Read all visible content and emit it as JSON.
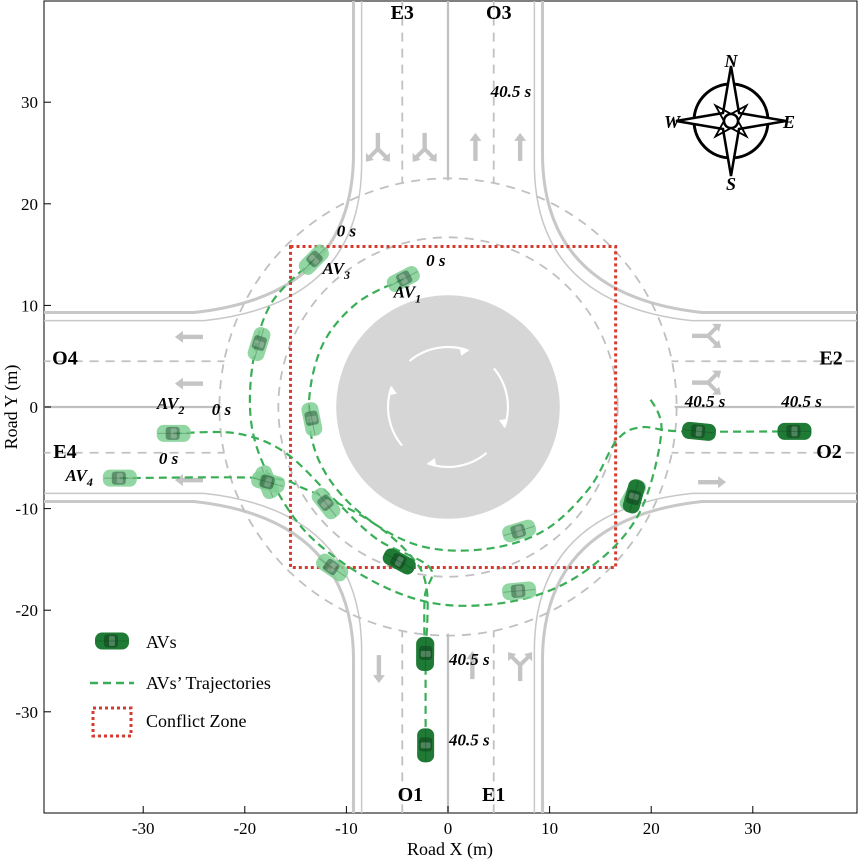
{
  "chart_data": {
    "type": "scatter",
    "title": "",
    "xlabel": "Road X (m)",
    "ylabel": "Road Y (m)",
    "xlim": [
      -40,
      40
    ],
    "ylim": [
      -40,
      40
    ],
    "xticks": [
      -30,
      -20,
      -10,
      0,
      10,
      20,
      30
    ],
    "yticks": [
      -30,
      -20,
      -10,
      0,
      10,
      20,
      30
    ],
    "xtick_labels": [
      "-30",
      "-20",
      "-10",
      "0",
      "10",
      "20",
      "30"
    ],
    "ytick_labels": [
      "-30",
      "-20",
      "-10",
      "0",
      "10",
      "20",
      "30"
    ],
    "road_codes": [
      {
        "text": "E3",
        "x": -4.5,
        "y": 38.2
      },
      {
        "text": "O3",
        "x": 5,
        "y": 38.2
      },
      {
        "text": "O4",
        "x": -37.7,
        "y": 4.2
      },
      {
        "text": "E2",
        "x": 37.7,
        "y": 4.2
      },
      {
        "text": "E4",
        "x": -37.7,
        "y": -5
      },
      {
        "text": "O2",
        "x": 37.5,
        "y": -5
      },
      {
        "text": "O1",
        "x": -3.7,
        "y": -38.8
      },
      {
        "text": "E1",
        "x": 4.5,
        "y": -38.8
      }
    ],
    "conflict_zone": {
      "x": [
        -15.5,
        16.5
      ],
      "y": [
        -15.8,
        15.8
      ]
    },
    "central_island_radius": 11,
    "series": [
      {
        "name": "AV1",
        "label_main": "AV",
        "label_sub": "1",
        "start_time": "0 s",
        "points": [
          [
            -4.4,
            12.6
          ],
          [
            -9,
            10.2
          ],
          [
            -12.4,
            6
          ],
          [
            -13.7,
            0
          ],
          [
            -12.6,
            -5.5
          ],
          [
            -8.8,
            -10.3
          ],
          [
            -3,
            -13.6
          ],
          [
            3.5,
            -14
          ],
          [
            9.4,
            -12.2
          ],
          [
            13.9,
            -8
          ],
          [
            16.6,
            -3.3
          ],
          [
            19,
            -2
          ],
          [
            23,
            -2.4
          ],
          [
            34,
            -2.4
          ]
        ],
        "cars": [
          [
            -4.4,
            12.6
          ],
          [
            -13.4,
            -1.2
          ],
          [
            -12,
            -9.5
          ],
          [
            7,
            -12.2
          ],
          [
            18.2,
            -8.7
          ],
          [
            24.7,
            -2.4
          ],
          [
            34.1,
            -2.4
          ]
        ],
        "end_time": "40.5 s"
      },
      {
        "name": "AV2",
        "label_main": "AV",
        "label_sub": "2",
        "start_time": "0 s",
        "points": [
          [
            -27,
            -2.6
          ],
          [
            -20.8,
            -2.6
          ],
          [
            -16,
            -4.5
          ],
          [
            -11.3,
            -9
          ],
          [
            -7,
            -13
          ],
          [
            -1.8,
            -15.8
          ],
          [
            -2.3,
            -18.8
          ],
          [
            -2.3,
            -25
          ]
        ],
        "cars": [
          [
            -27,
            -2.6
          ],
          [
            -4.8,
            -15.2
          ],
          [
            -2.3,
            -24.3
          ]
        ],
        "end_time": "40.5 s"
      },
      {
        "name": "AV3",
        "label_main": "AV",
        "label_sub": "3",
        "start_time": "0 s",
        "points": [
          [
            -13.2,
            14.5
          ],
          [
            -17.4,
            10.2
          ],
          [
            -19.2,
            4.4
          ],
          [
            -19.3,
            -2
          ],
          [
            -17.2,
            -7.6
          ],
          [
            -13.3,
            -13
          ],
          [
            -6.7,
            -17.5
          ],
          [
            0,
            -19.5
          ],
          [
            7.8,
            -18.8
          ],
          [
            14,
            -15.8
          ],
          [
            18.8,
            -10.5
          ],
          [
            21,
            -2.5
          ],
          [
            19.8,
            1
          ]
        ],
        "cars": [
          [
            -13.2,
            14.5
          ],
          [
            -18.6,
            6.2
          ],
          [
            -17.8,
            -7.4
          ],
          [
            -11.4,
            -15.8
          ],
          [
            7,
            -18.1
          ],
          [
            18.3,
            -8.8
          ]
        ],
        "end_time": "40.5 s"
      },
      {
        "name": "AV4",
        "label_main": "AV",
        "label_sub": "4",
        "start_time": "0 s",
        "points": [
          [
            -32.3,
            -7
          ],
          [
            -18,
            -7
          ],
          [
            -14,
            -8.1
          ],
          [
            -8,
            -11
          ],
          [
            -3.8,
            -14.5
          ],
          [
            -2.1,
            -17.9
          ],
          [
            -2.2,
            -25
          ],
          [
            -2.2,
            -32.5
          ]
        ],
        "cars": [
          [
            -32.3,
            -7
          ],
          [
            -17.7,
            -7.4
          ],
          [
            -2.2,
            -24.3
          ],
          [
            -2.2,
            -33.3
          ]
        ],
        "end_time": "40.5 s"
      }
    ],
    "end_labels": [
      {
        "text": "40.5 s",
        "x": 6.2,
        "y": 30.5
      },
      {
        "text": "40.5 s",
        "x": 25.3,
        "y": 0
      },
      {
        "text": "40.5 s",
        "x": 34.8,
        "y": 0
      },
      {
        "text": "40.5 s",
        "x": 2.1,
        "y": -25.4
      },
      {
        "text": "40.5 s",
        "x": 2.1,
        "y": -33.3
      }
    ],
    "start_labels": [
      {
        "text": "0 s",
        "x": -10,
        "y": 16.8
      },
      {
        "text": "0 s",
        "x": -1.2,
        "y": 13.9
      },
      {
        "text": "0 s",
        "x": -22.3,
        "y": -0.8
      },
      {
        "text": "0 s",
        "x": -27.5,
        "y": -5.6
      }
    ],
    "legend": {
      "position": "bottom-left",
      "items": [
        "AVs",
        "AVs’ Trajectories",
        "Conflict Zone"
      ]
    },
    "compass": {
      "n": "N",
      "s": "S",
      "e": "E",
      "w": "W"
    },
    "colors": {
      "car_dark": "#1f7a35",
      "car_mid": "#2f9e4a",
      "car_faded": "#7fcf94",
      "trajectory": "#3aae57",
      "conflict_zone": "#d63b2f",
      "road_line": "#c8c8c8",
      "lane_dash": "#c0c0c0",
      "island": "#d6d6d6"
    }
  }
}
